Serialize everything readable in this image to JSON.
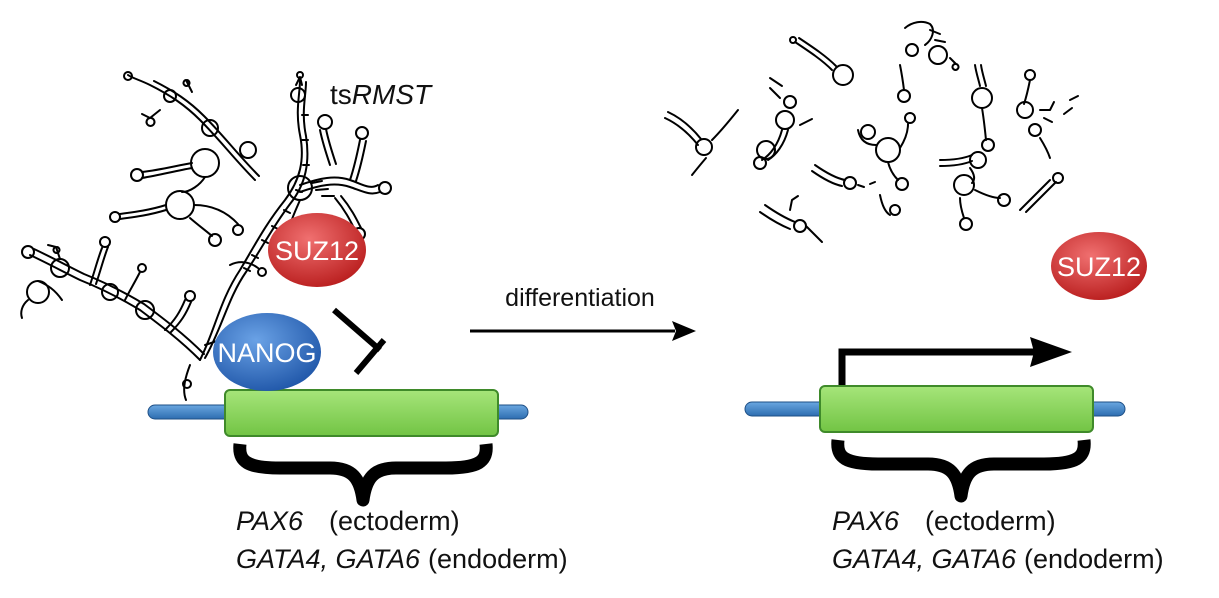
{
  "rna_label": {
    "prefix": "ts",
    "name": "RMST"
  },
  "arrow_label": "differentiation",
  "proteins": {
    "suz12": "SUZ12",
    "nanog": "NANOG"
  },
  "genes": {
    "line1": {
      "gene": "PAX6",
      "layer": "(ectoderm)"
    },
    "line2": {
      "genes": "GATA4, GATA6",
      "layer": "(endoderm)"
    }
  },
  "colors": {
    "suz12": "#d42a2a",
    "nanog": "#2f6cc0",
    "gene_body": "#8cd758",
    "dna_strand": "#3f82c4",
    "ink": "#000000"
  }
}
